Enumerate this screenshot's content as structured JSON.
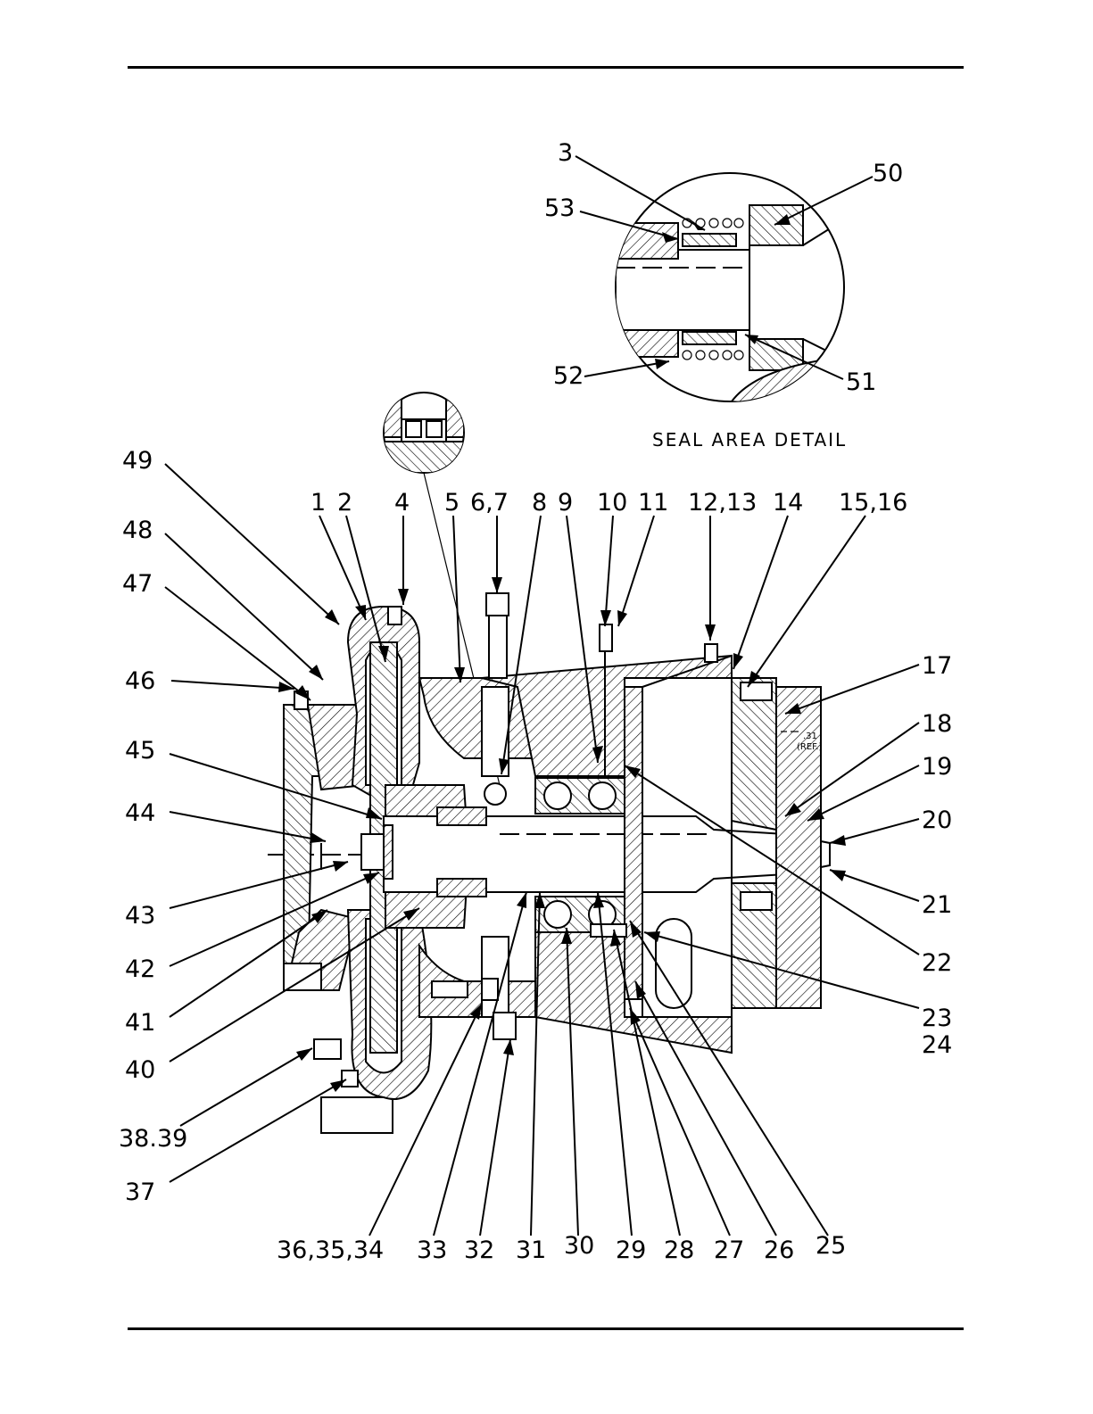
{
  "drawing": {
    "detail_title": "SEAL AREA DETAIL",
    "dimension_value": ".31",
    "dimension_note": "(REF.)",
    "callouts": [
      {
        "id": "c-1",
        "text": "1"
      },
      {
        "id": "c-2",
        "text": "2"
      },
      {
        "id": "c-3",
        "text": "3"
      },
      {
        "id": "c-4",
        "text": "4"
      },
      {
        "id": "c-5",
        "text": "5"
      },
      {
        "id": "c-6-7",
        "text": "6,7"
      },
      {
        "id": "c-8",
        "text": "8"
      },
      {
        "id": "c-9",
        "text": "9"
      },
      {
        "id": "c-10",
        "text": "10"
      },
      {
        "id": "c-11",
        "text": "11"
      },
      {
        "id": "c-12-13",
        "text": "12,13"
      },
      {
        "id": "c-14",
        "text": "14"
      },
      {
        "id": "c-15-16",
        "text": "15,16"
      },
      {
        "id": "c-17",
        "text": "17"
      },
      {
        "id": "c-18",
        "text": "18"
      },
      {
        "id": "c-19",
        "text": "19"
      },
      {
        "id": "c-20",
        "text": "20"
      },
      {
        "id": "c-21",
        "text": "21"
      },
      {
        "id": "c-22",
        "text": "22"
      },
      {
        "id": "c-23",
        "text": "23"
      },
      {
        "id": "c-24",
        "text": "24"
      },
      {
        "id": "c-25",
        "text": "25"
      },
      {
        "id": "c-26",
        "text": "26"
      },
      {
        "id": "c-27",
        "text": "27"
      },
      {
        "id": "c-28",
        "text": "28"
      },
      {
        "id": "c-29",
        "text": "29"
      },
      {
        "id": "c-30",
        "text": "30"
      },
      {
        "id": "c-31",
        "text": "31"
      },
      {
        "id": "c-32",
        "text": "32"
      },
      {
        "id": "c-33",
        "text": "33"
      },
      {
        "id": "c-36-35-34",
        "text": "36,35,34"
      },
      {
        "id": "c-37",
        "text": "37"
      },
      {
        "id": "c-38-39",
        "text": "38.39"
      },
      {
        "id": "c-40",
        "text": "40"
      },
      {
        "id": "c-41",
        "text": "41"
      },
      {
        "id": "c-42",
        "text": "42"
      },
      {
        "id": "c-43",
        "text": "43"
      },
      {
        "id": "c-44",
        "text": "44"
      },
      {
        "id": "c-45",
        "text": "45"
      },
      {
        "id": "c-46",
        "text": "46"
      },
      {
        "id": "c-47",
        "text": "47"
      },
      {
        "id": "c-48",
        "text": "48"
      },
      {
        "id": "c-49",
        "text": "49"
      },
      {
        "id": "c-50",
        "text": "50"
      },
      {
        "id": "c-51",
        "text": "51"
      },
      {
        "id": "c-52",
        "text": "52"
      },
      {
        "id": "c-53",
        "text": "53"
      }
    ]
  }
}
